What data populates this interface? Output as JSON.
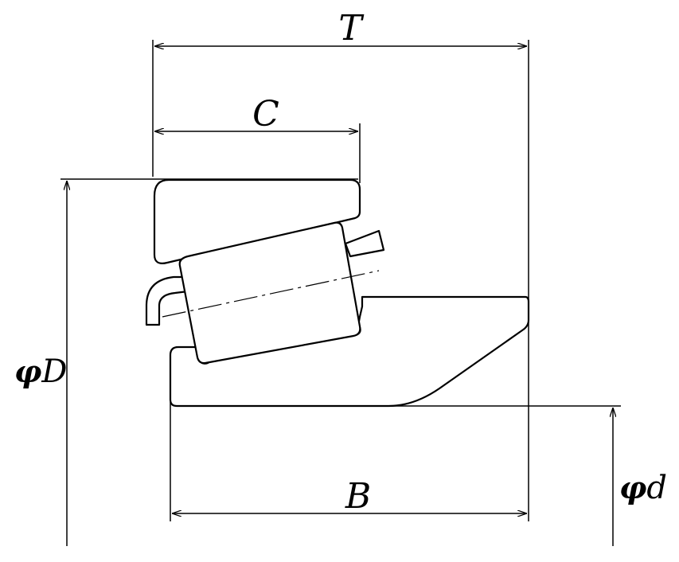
{
  "labels": {
    "T": "T",
    "C": "C",
    "D_symbol": "φ",
    "D": "D",
    "B": "B",
    "d_symbol": "φ",
    "d": "d"
  },
  "colors": {
    "line": "#000000",
    "background": "#ffffff"
  }
}
